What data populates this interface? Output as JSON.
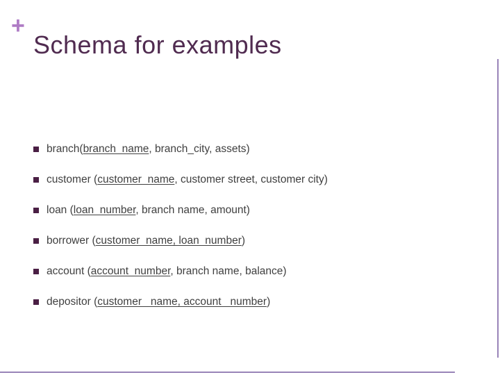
{
  "slide": {
    "plus_mark": "+",
    "title": "Schema for examples",
    "bullets": [
      {
        "segments": [
          {
            "text": "branch(",
            "underline": false
          },
          {
            "text": "branch_name",
            "underline": true
          },
          {
            "text": ", branch_city, assets)",
            "underline": false
          }
        ]
      },
      {
        "segments": [
          {
            "text": "customer (",
            "underline": false
          },
          {
            "text": "customer_name",
            "underline": true
          },
          {
            "text": ", customer street, customer city)",
            "underline": false
          }
        ]
      },
      {
        "segments": [
          {
            "text": "loan (",
            "underline": false
          },
          {
            "text": "loan_number",
            "underline": true
          },
          {
            "text": ", branch name, amount)",
            "underline": false
          }
        ]
      },
      {
        "segments": [
          {
            "text": "borrower (",
            "underline": false
          },
          {
            "text": "customer_name, loan_number",
            "underline": true
          },
          {
            "text": ")",
            "underline": false
          }
        ]
      },
      {
        "segments": [
          {
            "text": "account (",
            "underline": false
          },
          {
            "text": "account_number",
            "underline": true
          },
          {
            "text": ", branch name, balance)",
            "underline": false
          }
        ]
      },
      {
        "segments": [
          {
            "text": "depositor (",
            "underline": false
          },
          {
            "text": "customer_ name, account_ number",
            "underline": true
          },
          {
            "text": ")",
            "underline": false
          }
        ]
      }
    ],
    "colors": {
      "title": "#502B50",
      "plus": "#AF7CC5",
      "bullet": "#4A1F44",
      "body_text": "#3F3F3F",
      "border_line": "#9883B8"
    }
  }
}
